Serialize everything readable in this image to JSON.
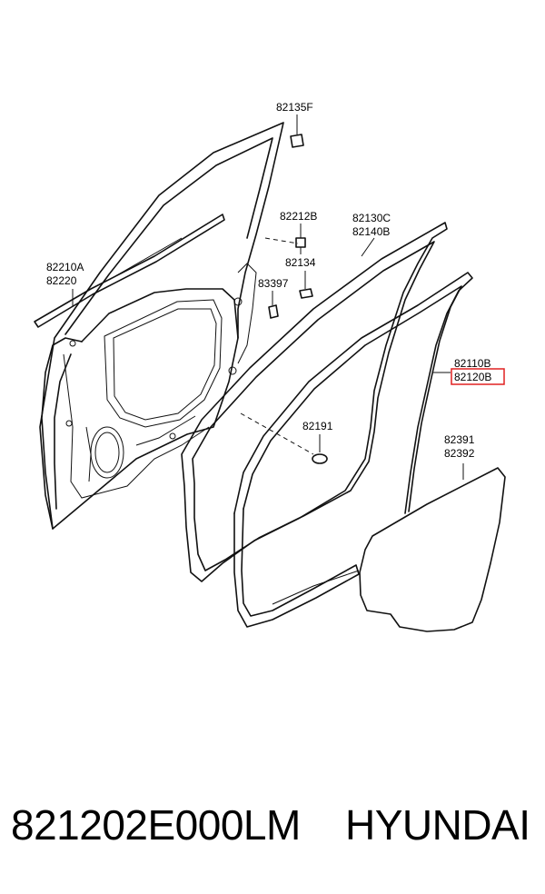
{
  "callouts": [
    {
      "id": "c1",
      "lines": [
        "82135F"
      ]
    },
    {
      "id": "c2",
      "lines": [
        "82212B"
      ]
    },
    {
      "id": "c3",
      "lines": [
        "82130C",
        "82140B"
      ]
    },
    {
      "id": "c4",
      "lines": [
        "82210A",
        "82220"
      ]
    },
    {
      "id": "c5",
      "lines": [
        "82134"
      ]
    },
    {
      "id": "c6",
      "lines": [
        "83397"
      ]
    },
    {
      "id": "c7",
      "lines": [
        "82110B"
      ]
    },
    {
      "id": "c8",
      "lines": [
        "82120B"
      ],
      "highlighted": true
    },
    {
      "id": "c9",
      "lines": [
        "82191"
      ]
    },
    {
      "id": "c10",
      "lines": [
        "82391",
        "82392"
      ]
    }
  ],
  "highlight_color": "#e02020",
  "footer": {
    "part_number": "821202E000LM",
    "brand": "HYUNDAI"
  }
}
